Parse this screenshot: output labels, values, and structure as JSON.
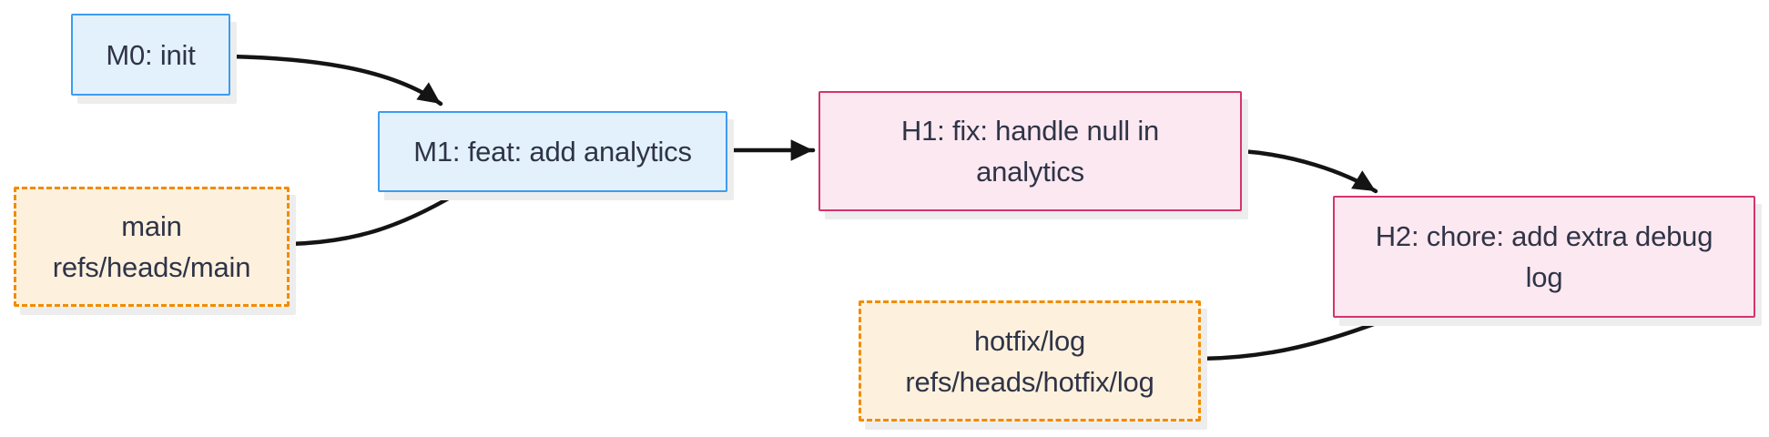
{
  "diagram": {
    "type": "git-commit-graph",
    "background": "#ffffff",
    "colors": {
      "background": "#ffffff",
      "commit_fill": "#e3f1fc",
      "commit_border": "#3d9cf0",
      "hotfix_fill": "#fce8f0",
      "hotfix_border": "#d6336c",
      "ref_fill": "#fdf1de",
      "ref_border": "#f08c00",
      "text": "#2f3447",
      "edge": "#141414",
      "shadow": "#ededee"
    },
    "nodes": {
      "m0": {
        "kind": "commit",
        "branch": "main",
        "lines": [
          "M0: init"
        ]
      },
      "m1": {
        "kind": "commit",
        "branch": "main",
        "lines": [
          "M1: feat: add analytics"
        ]
      },
      "h1": {
        "kind": "commit",
        "branch": "hotfix",
        "lines": [
          "H1: fix: handle null in",
          "analytics"
        ]
      },
      "h2": {
        "kind": "commit",
        "branch": "hotfix",
        "lines": [
          "H2: chore: add extra debug",
          "log"
        ]
      },
      "main_ref": {
        "kind": "branch-ref",
        "lines": [
          "main",
          "refs/heads/main"
        ]
      },
      "hotfix_ref": {
        "kind": "branch-ref",
        "lines": [
          "hotfix/log",
          "refs/heads/hotfix/log"
        ]
      }
    },
    "edges": [
      {
        "from": "M0: init",
        "to": "M1: feat: add analytics",
        "arrowhead": true
      },
      {
        "from": "main (refs/heads/main)",
        "to": "M1: feat: add analytics",
        "arrowhead": false
      },
      {
        "from": "M1: feat: add analytics",
        "to": "H1: fix: handle null in analytics",
        "arrowhead": true
      },
      {
        "from": "H1: fix: handle null in analytics",
        "to": "H2: chore: add extra debug log",
        "arrowhead": true
      },
      {
        "from": "hotfix/log (refs/heads/hotfix/log)",
        "to": "H2: chore: add extra debug log",
        "arrowhead": false
      }
    ]
  }
}
